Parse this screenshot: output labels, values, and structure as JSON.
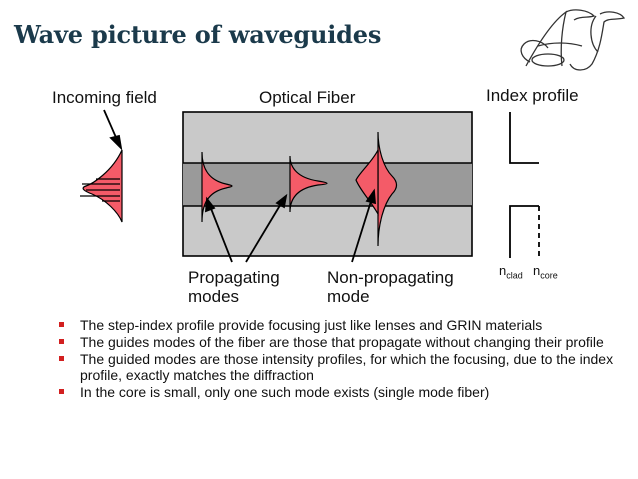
{
  "slide": {
    "title": "Wave picture of waveguides",
    "logo": {
      "icon": "aj-monogram-logo",
      "lettering": "AJ"
    }
  },
  "diagram": {
    "labels": {
      "incoming_field": "Incoming field",
      "optical_fiber": "Optical Fiber",
      "index_profile": "Index profile",
      "propagating_line1": "Propagating",
      "propagating_line2": "modes",
      "nonprop_line1": "Non-propagating",
      "nonprop_line2": "mode",
      "n_clad_base": "n",
      "n_clad_sub": "clad",
      "n_core_base": "n",
      "n_core_sub": "core"
    },
    "colors": {
      "cladding": "#c9c9c9",
      "core": "#9a9a9a",
      "mode_fill": "#f45b68",
      "bullet": "#d21f1f",
      "title": "#1b3a4b"
    }
  },
  "bullets": [
    "The step-index profile provide focusing just like lenses and GRIN materials",
    "The guides modes of the fiber are those that propagate without changing their profile",
    "The guided modes are those intensity profiles, for which the focusing, due to the index profile, exactly matches the diffraction",
    "In the core is small, only one such mode exists (single mode fiber)"
  ]
}
